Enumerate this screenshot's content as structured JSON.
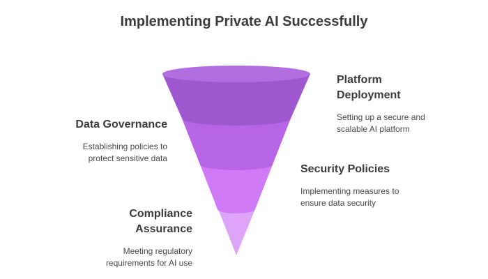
{
  "title": "Implementing Private AI Successfully",
  "stages": [
    {
      "name": "platform-deployment",
      "heading": "Platform\nDeployment",
      "description": "Setting up a secure and\nscalable AI platform",
      "color": "#9e57cf",
      "rim_color": "#b06ee0"
    },
    {
      "name": "data-governance",
      "heading": "Data Governance",
      "description": "Establishing policies to\nprotect sensitive data",
      "color": "#b765e6",
      "rim_color": "#c98af0"
    },
    {
      "name": "security-policies",
      "heading": "Security Policies",
      "description": "Implementing measures to\nensure data security",
      "color": "#cf7af6",
      "rim_color": "#dc9ef9"
    },
    {
      "name": "compliance-assurance",
      "heading": "Compliance\nAssurance",
      "description": "Meeting regulatory\nrequirements for AI use",
      "color": "#dda4f8",
      "rim_color": "#e8c0fb"
    }
  ]
}
